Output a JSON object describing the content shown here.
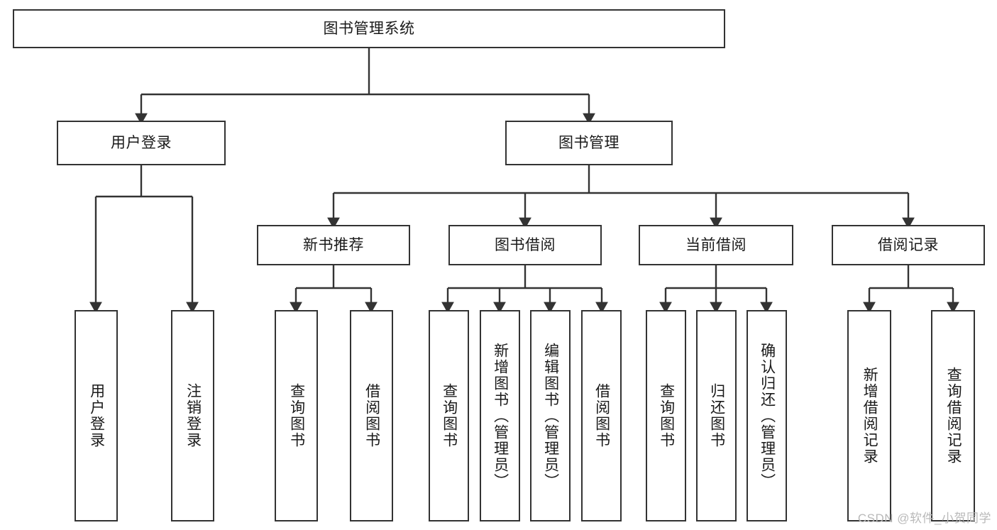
{
  "diagram": {
    "type": "tree-hierarchy",
    "title": "图书管理系统",
    "orientation": "top-down",
    "watermark": "CSDN @软件_小贺同学",
    "colors": {
      "box_border": "#333333",
      "box_fill": "#ffffff",
      "connector": "#333333",
      "text": "#1a1a1a",
      "watermark": "#b9b9b9",
      "canvas": "#ffffff"
    },
    "nodes": {
      "root": {
        "label": "图书管理系统",
        "level": 1,
        "orientation": "horizontal"
      },
      "user_login": {
        "label": "用户登录",
        "level": 2,
        "orientation": "horizontal"
      },
      "book_manage": {
        "label": "图书管理",
        "level": 2,
        "orientation": "horizontal"
      },
      "new_book_rec": {
        "label": "新书推荐",
        "level": 3,
        "orientation": "horizontal"
      },
      "book_borrow": {
        "label": "图书借阅",
        "level": 3,
        "orientation": "horizontal"
      },
      "current_borrow": {
        "label": "当前借阅",
        "level": 3,
        "orientation": "horizontal"
      },
      "borrow_record": {
        "label": "借阅记录",
        "level": 3,
        "orientation": "horizontal"
      },
      "leaf_1": {
        "label": "用户登录",
        "level": 4,
        "orientation": "vertical"
      },
      "leaf_2": {
        "label": "注销登录",
        "level": 4,
        "orientation": "vertical"
      },
      "leaf_3": {
        "label": "查询图书",
        "level": 4,
        "orientation": "vertical"
      },
      "leaf_4": {
        "label": "借阅图书",
        "level": 4,
        "orientation": "vertical"
      },
      "leaf_5": {
        "label": "查询图书",
        "level": 4,
        "orientation": "vertical"
      },
      "leaf_6": {
        "label": "新增图书（管理员）",
        "level": 4,
        "orientation": "vertical"
      },
      "leaf_7": {
        "label": "编辑图书（管理员）",
        "level": 4,
        "orientation": "vertical"
      },
      "leaf_8": {
        "label": "借阅图书",
        "level": 4,
        "orientation": "vertical"
      },
      "leaf_9": {
        "label": "查询图书",
        "level": 4,
        "orientation": "vertical"
      },
      "leaf_10": {
        "label": "归还图书",
        "level": 4,
        "orientation": "vertical"
      },
      "leaf_11": {
        "label": "确认归还（管理员）",
        "level": 4,
        "orientation": "vertical"
      },
      "leaf_12": {
        "label": "新增借阅记录",
        "level": 4,
        "orientation": "vertical"
      },
      "leaf_13": {
        "label": "查询借阅记录",
        "level": 4,
        "orientation": "vertical"
      }
    },
    "edges": [
      {
        "from": "root",
        "to": "user_login"
      },
      {
        "from": "root",
        "to": "book_manage"
      },
      {
        "from": "user_login",
        "to": "leaf_1"
      },
      {
        "from": "user_login",
        "to": "leaf_2"
      },
      {
        "from": "book_manage",
        "to": "new_book_rec"
      },
      {
        "from": "book_manage",
        "to": "book_borrow"
      },
      {
        "from": "book_manage",
        "to": "current_borrow"
      },
      {
        "from": "book_manage",
        "to": "borrow_record"
      },
      {
        "from": "new_book_rec",
        "to": "leaf_3"
      },
      {
        "from": "new_book_rec",
        "to": "leaf_4"
      },
      {
        "from": "book_borrow",
        "to": "leaf_5"
      },
      {
        "from": "book_borrow",
        "to": "leaf_6"
      },
      {
        "from": "book_borrow",
        "to": "leaf_7"
      },
      {
        "from": "book_borrow",
        "to": "leaf_8"
      },
      {
        "from": "current_borrow",
        "to": "leaf_9"
      },
      {
        "from": "current_borrow",
        "to": "leaf_10"
      },
      {
        "from": "current_borrow",
        "to": "leaf_11"
      },
      {
        "from": "borrow_record",
        "to": "leaf_12"
      },
      {
        "from": "borrow_record",
        "to": "leaf_13"
      }
    ]
  }
}
